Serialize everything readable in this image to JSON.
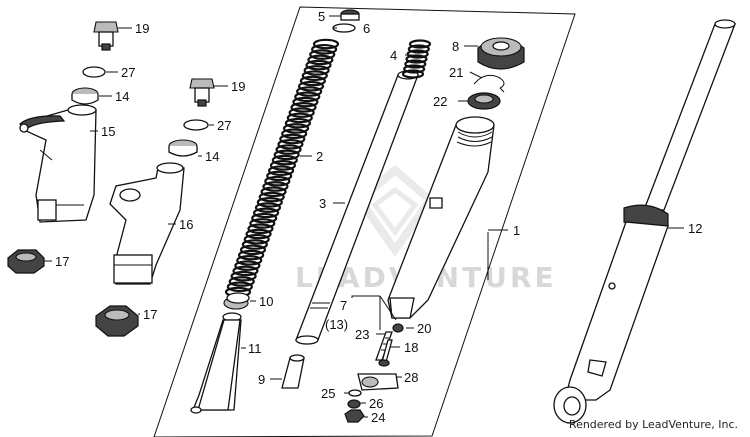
{
  "diagram": {
    "watermark": "LEADVENTURE",
    "credit": "Rendered by LeadVenture, Inc.",
    "callouts": [
      {
        "id": "c19a",
        "text": "19"
      },
      {
        "id": "c27a",
        "text": "27"
      },
      {
        "id": "c14a",
        "text": "14"
      },
      {
        "id": "c15",
        "text": "15"
      },
      {
        "id": "c19b",
        "text": "19"
      },
      {
        "id": "c27b",
        "text": "27"
      },
      {
        "id": "c14b",
        "text": "14"
      },
      {
        "id": "c16",
        "text": "16"
      },
      {
        "id": "c17a",
        "text": "17"
      },
      {
        "id": "c17b",
        "text": "17"
      },
      {
        "id": "c5",
        "text": "5"
      },
      {
        "id": "c6",
        "text": "6"
      },
      {
        "id": "c2",
        "text": "2"
      },
      {
        "id": "c3",
        "text": "3"
      },
      {
        "id": "c10",
        "text": "10"
      },
      {
        "id": "c11",
        "text": "11"
      },
      {
        "id": "c9",
        "text": "9"
      },
      {
        "id": "c4",
        "text": "4"
      },
      {
        "id": "c8",
        "text": "8"
      },
      {
        "id": "c21",
        "text": "21"
      },
      {
        "id": "c22",
        "text": "22"
      },
      {
        "id": "c1",
        "text": "1"
      },
      {
        "id": "c7",
        "text": "7"
      },
      {
        "id": "c13",
        "text": "(13)"
      },
      {
        "id": "c23",
        "text": "23"
      },
      {
        "id": "c20",
        "text": "20"
      },
      {
        "id": "c18",
        "text": "18"
      },
      {
        "id": "c28",
        "text": "28"
      },
      {
        "id": "c25",
        "text": "25"
      },
      {
        "id": "c26",
        "text": "26"
      },
      {
        "id": "c24",
        "text": "24"
      },
      {
        "id": "c12",
        "text": "12"
      }
    ]
  }
}
